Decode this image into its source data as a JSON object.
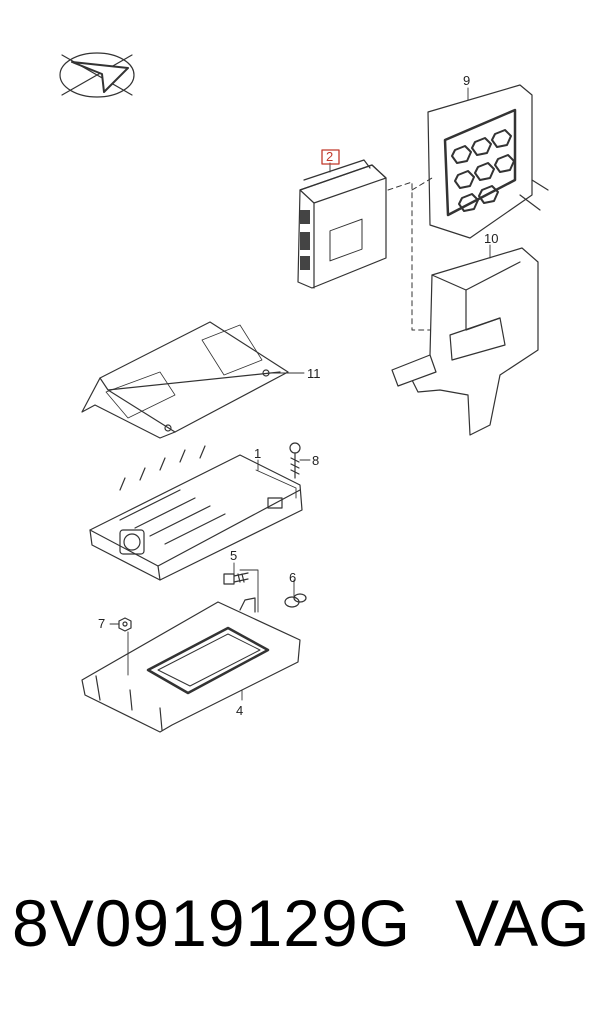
{
  "diagram": {
    "callouts": {
      "c1": "1",
      "c2": "2",
      "c4": "4",
      "c5": "5",
      "c6": "6",
      "c7": "7",
      "c8": "8",
      "c9": "9",
      "c10": "10",
      "c11": "11"
    },
    "highlighted_callout": "2",
    "highlight_color": "#c0392b",
    "line_color": "#333333"
  },
  "caption": {
    "part_number": "8V0919129G",
    "brand": "VAG"
  }
}
